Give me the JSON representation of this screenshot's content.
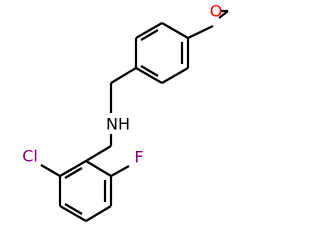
{
  "atoms": {
    "oxygen": {
      "label": "O",
      "color": "#ff0000"
    },
    "nitrogen": {
      "label": "NH",
      "color": "#000000"
    },
    "chlorine": {
      "label": "Cl",
      "color": "#800080"
    },
    "fluorine": {
      "label": "F",
      "color": "#800080"
    }
  },
  "colors": {
    "bond": "#000000",
    "background": "#ffffff"
  }
}
